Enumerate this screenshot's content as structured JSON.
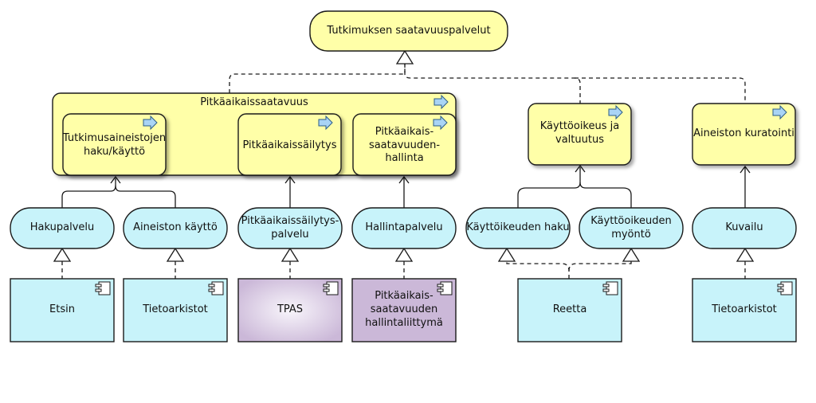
{
  "diagram": {
    "root": {
      "label": "Tutkimuksen saatavuuspalvelut"
    },
    "group": {
      "label": "Pitkäaikaissaatavuus"
    },
    "business_services": [
      {
        "id": "haku",
        "label": "Tutkimusaineistojen\nhaku/käyttö"
      },
      {
        "id": "sailytys",
        "label": "Pitkäaikaissäilytys"
      },
      {
        "id": "hallinta",
        "label": "Pitkäaikais-\nsaatavuuden-\nhallinta"
      },
      {
        "id": "kayttooikeus",
        "label": "Käyttöoikeus ja\nvaltuutus"
      },
      {
        "id": "kuratointi",
        "label": "Aineiston kuratointi"
      }
    ],
    "application_services": [
      {
        "id": "hakupalvelu",
        "label": "Hakupalvelu"
      },
      {
        "id": "aineiston-kaytto",
        "label": "Aineiston käyttö"
      },
      {
        "id": "sailytyspalvelu",
        "label": "Pitkäaikaissäilytys-\npalvelu"
      },
      {
        "id": "hallintapalvelu",
        "label": "Hallintapalvelu"
      },
      {
        "id": "kayttooikeuden-haku",
        "label": "Käyttöikeuden haku"
      },
      {
        "id": "kayttooikeuden-myonto",
        "label": "Käyttöoikeuden\nmyöntö"
      },
      {
        "id": "kuvailu",
        "label": "Kuvailu"
      }
    ],
    "components": [
      {
        "id": "etsin",
        "label": "Etsin",
        "style": "plain"
      },
      {
        "id": "tietoarkistot-1",
        "label": "Tietoarkistot",
        "style": "plain"
      },
      {
        "id": "tpas",
        "label": "TPAS",
        "style": "highlight"
      },
      {
        "id": "hallintaliittyma",
        "label": "Pitkäaikais-\nsaatavuuden\nhallintaliittymä",
        "style": "purple"
      },
      {
        "id": "reetta",
        "label": "Reetta",
        "style": "plain"
      },
      {
        "id": "tietoarkistot-2",
        "label": "Tietoarkistot",
        "style": "plain"
      }
    ],
    "colors": {
      "business_fill": "#ffffa8",
      "application_fill": "#c8f3fa",
      "component_fill": "#c8f3fa",
      "component_purple": "#cbb8d8",
      "component_highlight": "#ece6f2",
      "stroke": "#1a1a1a",
      "arrow_icon": "#a9d4f5"
    }
  }
}
